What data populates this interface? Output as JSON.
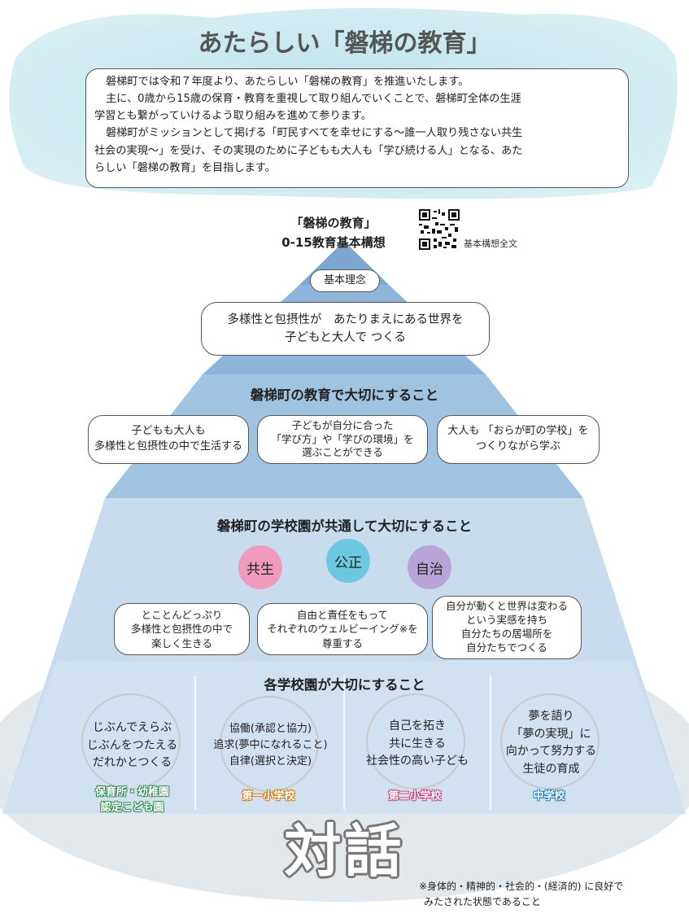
{
  "title": "あたらしい「磐梯の教育」",
  "intro": {
    "lines": [
      "磐梯町では令和７年度より、あたらしい「磐梯の教育」を推進いたします。",
      "主に、0歳から15歳の保育・教育を重視して取り組んでいくことで、磐梯町全体の生涯",
      "学習とも繋がっていけるよう取り組みを進めて参ります。",
      "磐梯町がミッションとして掲げる「町民すべてを幸せにする～誰一人取り残さない共生",
      "社会の実現～」を受け、その実現のために子どもも大人も「学び続ける人」となる、あた",
      "らしい「磐梯の教育」を目指します。"
    ]
  },
  "plan": {
    "title_line1": "「磐梯の教育」",
    "title_line2": "0-15教育基本構想",
    "qr_caption": "基本構想全文"
  },
  "principle": {
    "label": "基本理念",
    "lines": [
      "多様性と包摂性が　あたりまえにある世界を",
      "子どもと大人で つくる"
    ]
  },
  "town": {
    "heading": "磐梯町の教育で大切にすること",
    "items": [
      {
        "lines": [
          "子どもも大人も",
          "多様性と包摂性の中で生活する"
        ]
      },
      {
        "lines": [
          "子どもが自分に合った",
          "「学び方」や「学びの環境」を",
          "選ぶことができる"
        ]
      },
      {
        "lines": [
          "大人も 「おらが町の学校」を",
          "つくりながら学ぶ"
        ]
      }
    ]
  },
  "common": {
    "heading": "磐梯町の学校園が共通して大切にすること",
    "values": [
      {
        "label": "共生",
        "color": "#f09bbd"
      },
      {
        "label": "公正",
        "color": "#6cc8de"
      },
      {
        "label": "自治",
        "color": "#b9a4d8"
      }
    ],
    "items": [
      {
        "lines": [
          "とことんどっぷり",
          "多様性と包摂性の中で",
          "楽しく生きる"
        ]
      },
      {
        "lines": [
          "自由と責任をもって",
          "それぞれのウェルビーイング※を",
          "尊重する"
        ]
      },
      {
        "lines": [
          "自分が動くと世界は変わる",
          "という実感を持ち",
          "自分たちの居場所を",
          "自分たちでつくる"
        ]
      }
    ]
  },
  "schools": {
    "heading": "各学校園が大切にすること",
    "items": [
      {
        "lines": [
          "じぶんでえらぶ",
          "じぶんをつたえる",
          "だれかとつくる"
        ],
        "label": [
          "保育所・幼稚園",
          "認定こども園"
        ],
        "color": "#5bbf7a"
      },
      {
        "lines": [
          "協働(承認と協力)",
          "追求(夢中になれること)",
          "自律(選択と決定)"
        ],
        "label": [
          "第一小学校"
        ],
        "color": "#f2a33a"
      },
      {
        "lines": [
          "自己を拓き",
          "共に生きる",
          "社会性の高い子ども"
        ],
        "label": [
          "第二小学校"
        ],
        "color": "#ec6fa6"
      },
      {
        "lines": [
          "夢を語り",
          "「夢の実現」に",
          "向かって努力する",
          "生徒の育成"
        ],
        "label": [
          "中学校"
        ],
        "color": "#3fa9e0"
      }
    ]
  },
  "dialogue": "対話",
  "footnote": {
    "line1": "※身体的・精神的・社会的・(経済的) に良好で",
    "line2": "みたされた状態であること"
  }
}
